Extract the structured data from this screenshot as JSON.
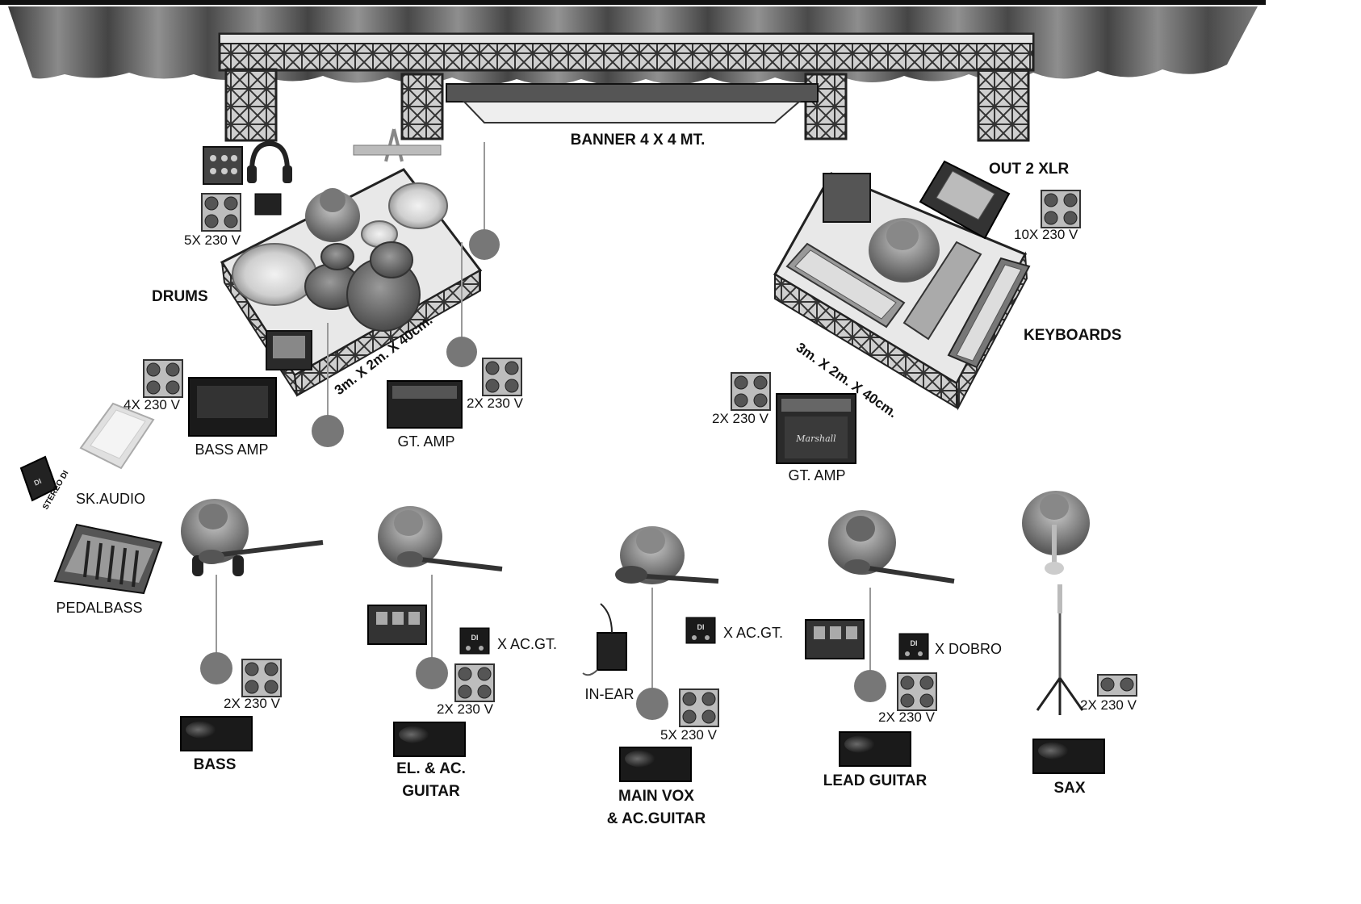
{
  "labels": {
    "banner": "BANNER 4 X 4 MT.",
    "drums": "DRUMS",
    "keyboards": "KEYBOARDS",
    "out_xlr": "OUT 2 XLR",
    "riser_left": "3m. X 2m. X 40cm.",
    "riser_right": "3m. X 2m. X 40cm.",
    "bass_amp": "BASS AMP",
    "gt_amp_left": "GT. AMP",
    "gt_amp_right": "GT. AMP",
    "sk_audio": "SK.AUDIO",
    "stereo_di": "STEREO DI",
    "di": "DI",
    "pedalbass": "PEDALBASS",
    "in_ear": "IN-EAR",
    "ac_gt_1": "X AC.GT.",
    "ac_gt_2": "X AC.GT.",
    "dobro": "X DOBRO",
    "brand": "Marshall"
  },
  "power": {
    "drums": "5X 230 V",
    "keys": "10X 230 V",
    "bass_amp": "4X 230 V",
    "gt_amp_left": "2X 230 V",
    "gt_amp_right": "2X 230 V",
    "bass": "2X 230 V",
    "el_guitar": "2X 230 V",
    "main_vox": "5X 230 V",
    "lead_guitar": "2X 230 V",
    "sax": "2X 230 V"
  },
  "positions": {
    "bass": "BASS",
    "el_ac_1": "EL. & AC.",
    "el_ac_2": "GUITAR",
    "main_vox_1": "MAIN VOX",
    "main_vox_2": "& AC.GUITAR",
    "lead_guitar": "LEAD GUITAR",
    "sax": "SAX"
  }
}
